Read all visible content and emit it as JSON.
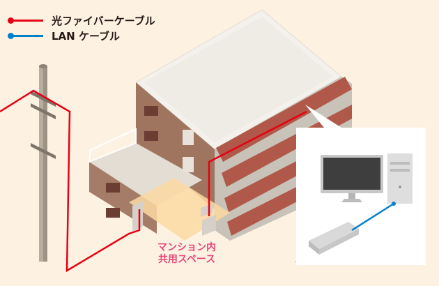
{
  "legend": {
    "items": [
      {
        "label": "光ファイバーケーブル",
        "color": "#e60012"
      },
      {
        "label": "LAN ケーブル",
        "color": "#0081cc"
      }
    ]
  },
  "area_label": {
    "line1": "マンション内",
    "line2": "共用スペース"
  }
}
